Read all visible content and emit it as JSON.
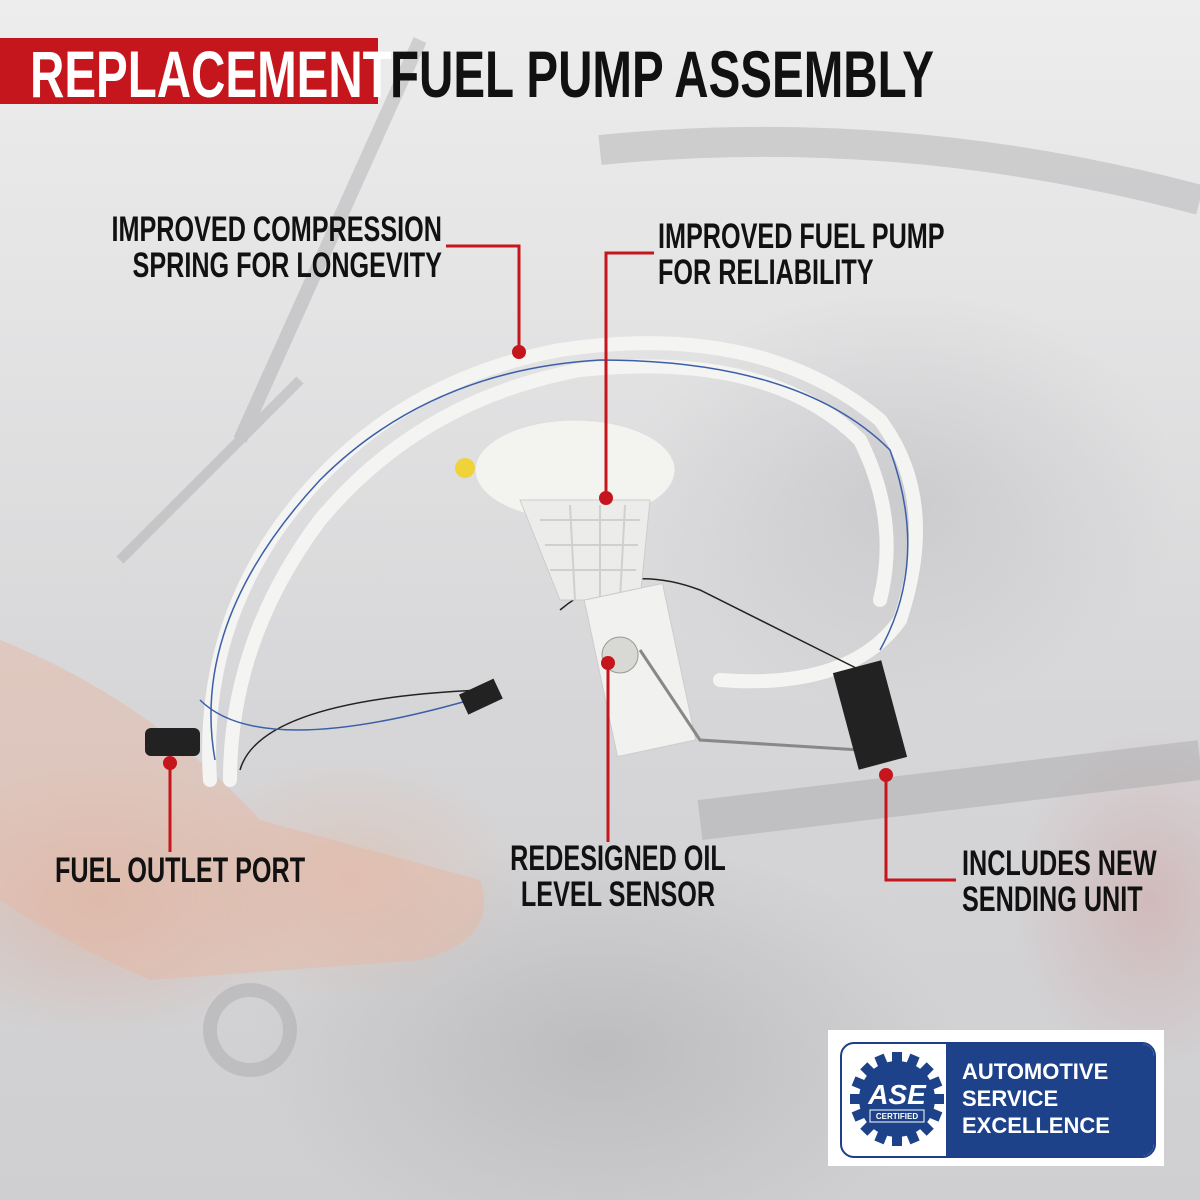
{
  "title": {
    "highlight": "REPLACEMENT",
    "rest": "FUEL PUMP ASSEMBLY"
  },
  "callouts": [
    {
      "id": "compression-spring",
      "lines": [
        "IMPROVED COMPRESSION",
        "SPRING FOR LONGEVITY"
      ]
    },
    {
      "id": "fuel-pump",
      "lines": [
        "IMPROVED FUEL PUMP",
        "FOR RELIABILITY"
      ]
    },
    {
      "id": "fuel-outlet",
      "lines": [
        "FUEL OUTLET PORT"
      ]
    },
    {
      "id": "oil-level-sensor",
      "lines": [
        "REDESIGNED OIL",
        "LEVEL SENSOR"
      ]
    },
    {
      "id": "sending-unit",
      "lines": [
        "INCLUDES NEW",
        "SENDING UNIT"
      ]
    }
  ],
  "badge": {
    "logo_text": "ASE",
    "logo_sub": "CERTIFIED",
    "lines": [
      "AUTOMOTIVE",
      "SERVICE",
      "EXCELLENCE"
    ]
  },
  "colors": {
    "accent": "#c4161c",
    "badge_blue": "#1d4289"
  }
}
